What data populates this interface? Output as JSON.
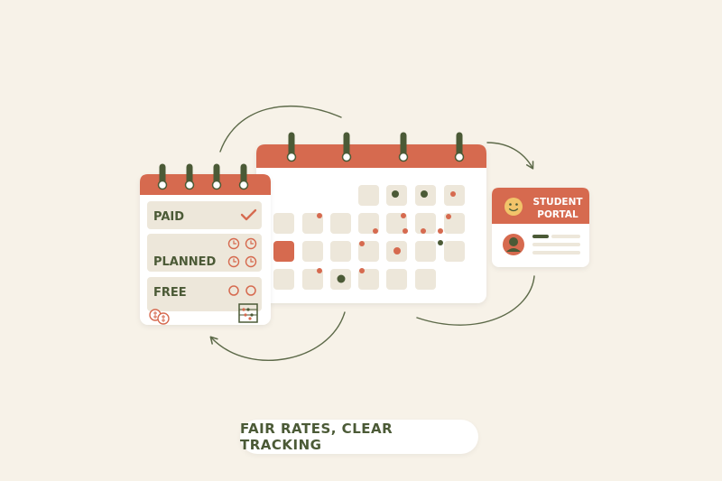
{
  "ledger": {
    "rows": [
      {
        "label": "PAID",
        "status": "check-icon"
      },
      {
        "label": "PLANNED",
        "status": "clock-icon"
      },
      {
        "label": "FREE",
        "status": "empty-circle-icon"
      }
    ]
  },
  "portal": {
    "title_line1": "STUDENT",
    "title_line2": "PORTAL"
  },
  "caption": "FAIR RATES, CLEAR TRACKING",
  "colors": {
    "background": "#f7f2e8",
    "accent": "#d66a4f",
    "olive": "#4b5a36",
    "cell": "#ede7da",
    "card": "#ffffff",
    "arrow": "#5d6a49"
  }
}
